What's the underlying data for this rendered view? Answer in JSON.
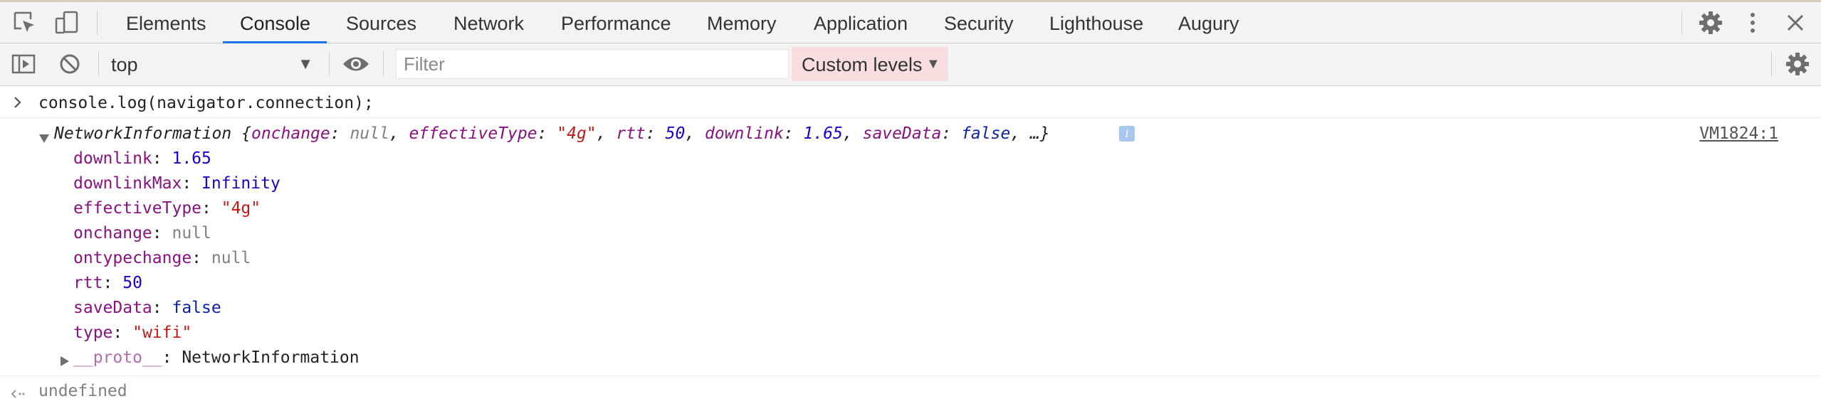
{
  "devtools": {
    "tabs": [
      {
        "label": "Elements"
      },
      {
        "label": "Console"
      },
      {
        "label": "Sources"
      },
      {
        "label": "Network"
      },
      {
        "label": "Performance"
      },
      {
        "label": "Memory"
      },
      {
        "label": "Application"
      },
      {
        "label": "Security"
      },
      {
        "label": "Lighthouse"
      },
      {
        "label": "Augury"
      }
    ],
    "active_tab": "Console",
    "icons": [
      "inspect-element-icon",
      "device-toolbar-icon",
      "settings-gear-icon",
      "more-menu-icon",
      "close-icon"
    ]
  },
  "toolbar": {
    "context": "top",
    "filter_placeholder": "Filter",
    "levels_label": "Custom levels",
    "icons": [
      "sidebar-toggle-icon",
      "clear-console-icon",
      "dropdown-arrow-icon",
      "live-expression-eye-icon",
      "console-settings-gear-icon"
    ]
  },
  "console": {
    "input": "console.log(navigator.connection);",
    "source_link": "VM1824:1",
    "object": {
      "name": "NetworkInformation",
      "preview_open": "{",
      "preview": [
        {
          "key": "onchange",
          "value": "null",
          "kind": "null"
        },
        {
          "key": "effectiveType",
          "value": "\"4g\"",
          "kind": "string"
        },
        {
          "key": "rtt",
          "value": "50",
          "kind": "number"
        },
        {
          "key": "downlink",
          "value": "1.65",
          "kind": "number"
        },
        {
          "key": "saveData",
          "value": "false",
          "kind": "bool"
        }
      ],
      "preview_tail": ", …}",
      "info_badge": "i",
      "properties": [
        {
          "key": "downlink",
          "value": "1.65",
          "kind": "number"
        },
        {
          "key": "downlinkMax",
          "value": "Infinity",
          "kind": "number"
        },
        {
          "key": "effectiveType",
          "value": "\"4g\"",
          "kind": "string"
        },
        {
          "key": "onchange",
          "value": "null",
          "kind": "null"
        },
        {
          "key": "ontypechange",
          "value": "null",
          "kind": "null"
        },
        {
          "key": "rtt",
          "value": "50",
          "kind": "number"
        },
        {
          "key": "saveData",
          "value": "false",
          "kind": "bool"
        },
        {
          "key": "type",
          "value": "\"wifi\"",
          "kind": "string"
        }
      ],
      "proto_key": "__proto__",
      "proto_value": "NetworkInformation"
    },
    "result": "undefined"
  },
  "colors": {
    "active_tab_underline": "#1a73e8",
    "property_key": "#881280",
    "number": "#1c00cf",
    "string": "#c41a16",
    "null": "#808080",
    "levels_bg": "#f8dede"
  }
}
